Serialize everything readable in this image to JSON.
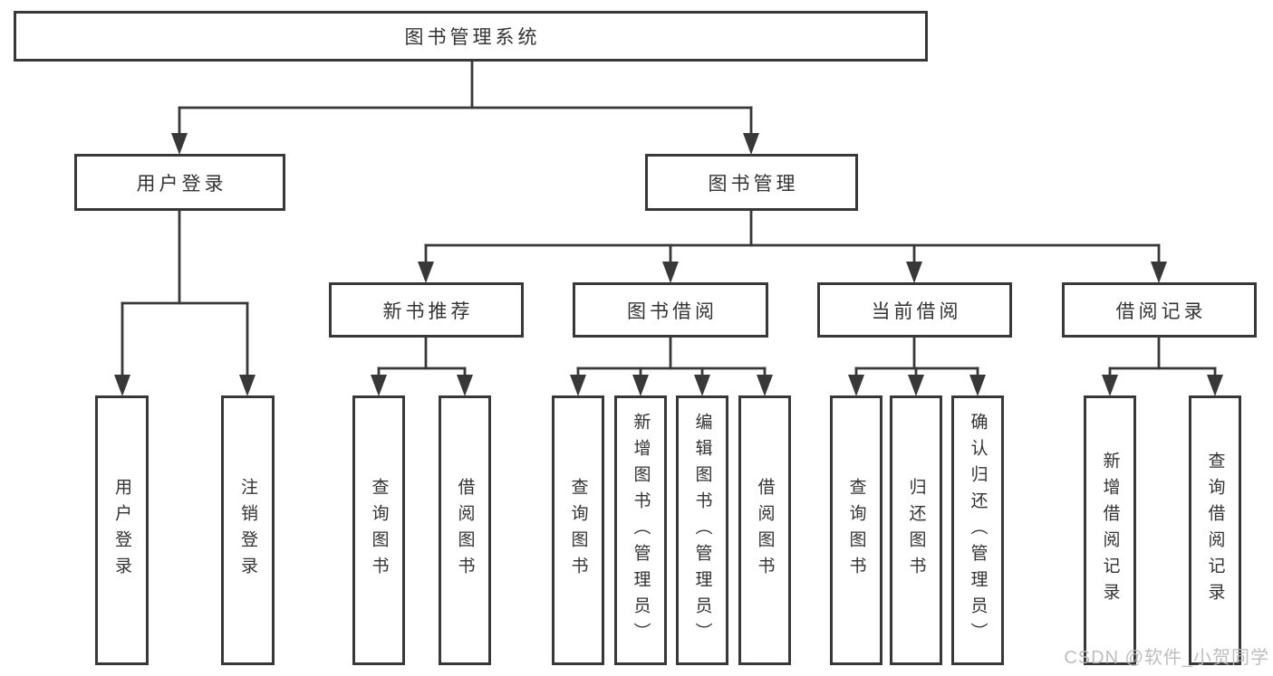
{
  "diagram": {
    "type": "hierarchy",
    "watermark": "CSDN @软件_小贺同学",
    "colors": {
      "line": "#383838",
      "border": "#383838",
      "text": "#333333",
      "background": "#ffffff",
      "watermark": "#bab7b8"
    },
    "nodes": {
      "root": {
        "label": "图书管理系统"
      },
      "user_login": {
        "label": "用户登录"
      },
      "book_management": {
        "label": "图书管理"
      },
      "new_book_recommend": {
        "label": "新书推荐"
      },
      "book_borrowing": {
        "label": "图书借阅"
      },
      "current_borrowing": {
        "label": "当前借阅"
      },
      "borrowing_records": {
        "label": "借阅记录"
      },
      "leaf_user_login": {
        "label": "用户登录"
      },
      "leaf_logout": {
        "label": "注销登录"
      },
      "leaf_nb_query": {
        "label": "查询图书"
      },
      "leaf_nb_borrow": {
        "label": "借阅图书"
      },
      "leaf_bb_query": {
        "label": "查询图书"
      },
      "leaf_bb_add": {
        "label": "新增图书（管理员）"
      },
      "leaf_bb_edit": {
        "label": "编辑图书（管理员）"
      },
      "leaf_bb_borrow": {
        "label": "借阅图书"
      },
      "leaf_cb_query": {
        "label": "查询图书"
      },
      "leaf_cb_return": {
        "label": "归还图书"
      },
      "leaf_cb_confirm": {
        "label": "确认归还（管理员）"
      },
      "leaf_br_add": {
        "label": "新增借阅记录"
      },
      "leaf_br_query": {
        "label": "查询借阅记录"
      }
    },
    "edges": [
      {
        "from": "root",
        "to": "user_login"
      },
      {
        "from": "root",
        "to": "book_management"
      },
      {
        "from": "user_login",
        "to": "leaf_user_login"
      },
      {
        "from": "user_login",
        "to": "leaf_logout"
      },
      {
        "from": "book_management",
        "to": "new_book_recommend"
      },
      {
        "from": "book_management",
        "to": "book_borrowing"
      },
      {
        "from": "book_management",
        "to": "current_borrowing"
      },
      {
        "from": "book_management",
        "to": "borrowing_records"
      },
      {
        "from": "new_book_recommend",
        "to": "leaf_nb_query"
      },
      {
        "from": "new_book_recommend",
        "to": "leaf_nb_borrow"
      },
      {
        "from": "book_borrowing",
        "to": "leaf_bb_query"
      },
      {
        "from": "book_borrowing",
        "to": "leaf_bb_add"
      },
      {
        "from": "book_borrowing",
        "to": "leaf_bb_edit"
      },
      {
        "from": "book_borrowing",
        "to": "leaf_bb_borrow"
      },
      {
        "from": "current_borrowing",
        "to": "leaf_cb_query"
      },
      {
        "from": "current_borrowing",
        "to": "leaf_cb_return"
      },
      {
        "from": "current_borrowing",
        "to": "leaf_cb_confirm"
      },
      {
        "from": "borrowing_records",
        "to": "leaf_br_add"
      },
      {
        "from": "borrowing_records",
        "to": "leaf_br_query"
      }
    ]
  }
}
